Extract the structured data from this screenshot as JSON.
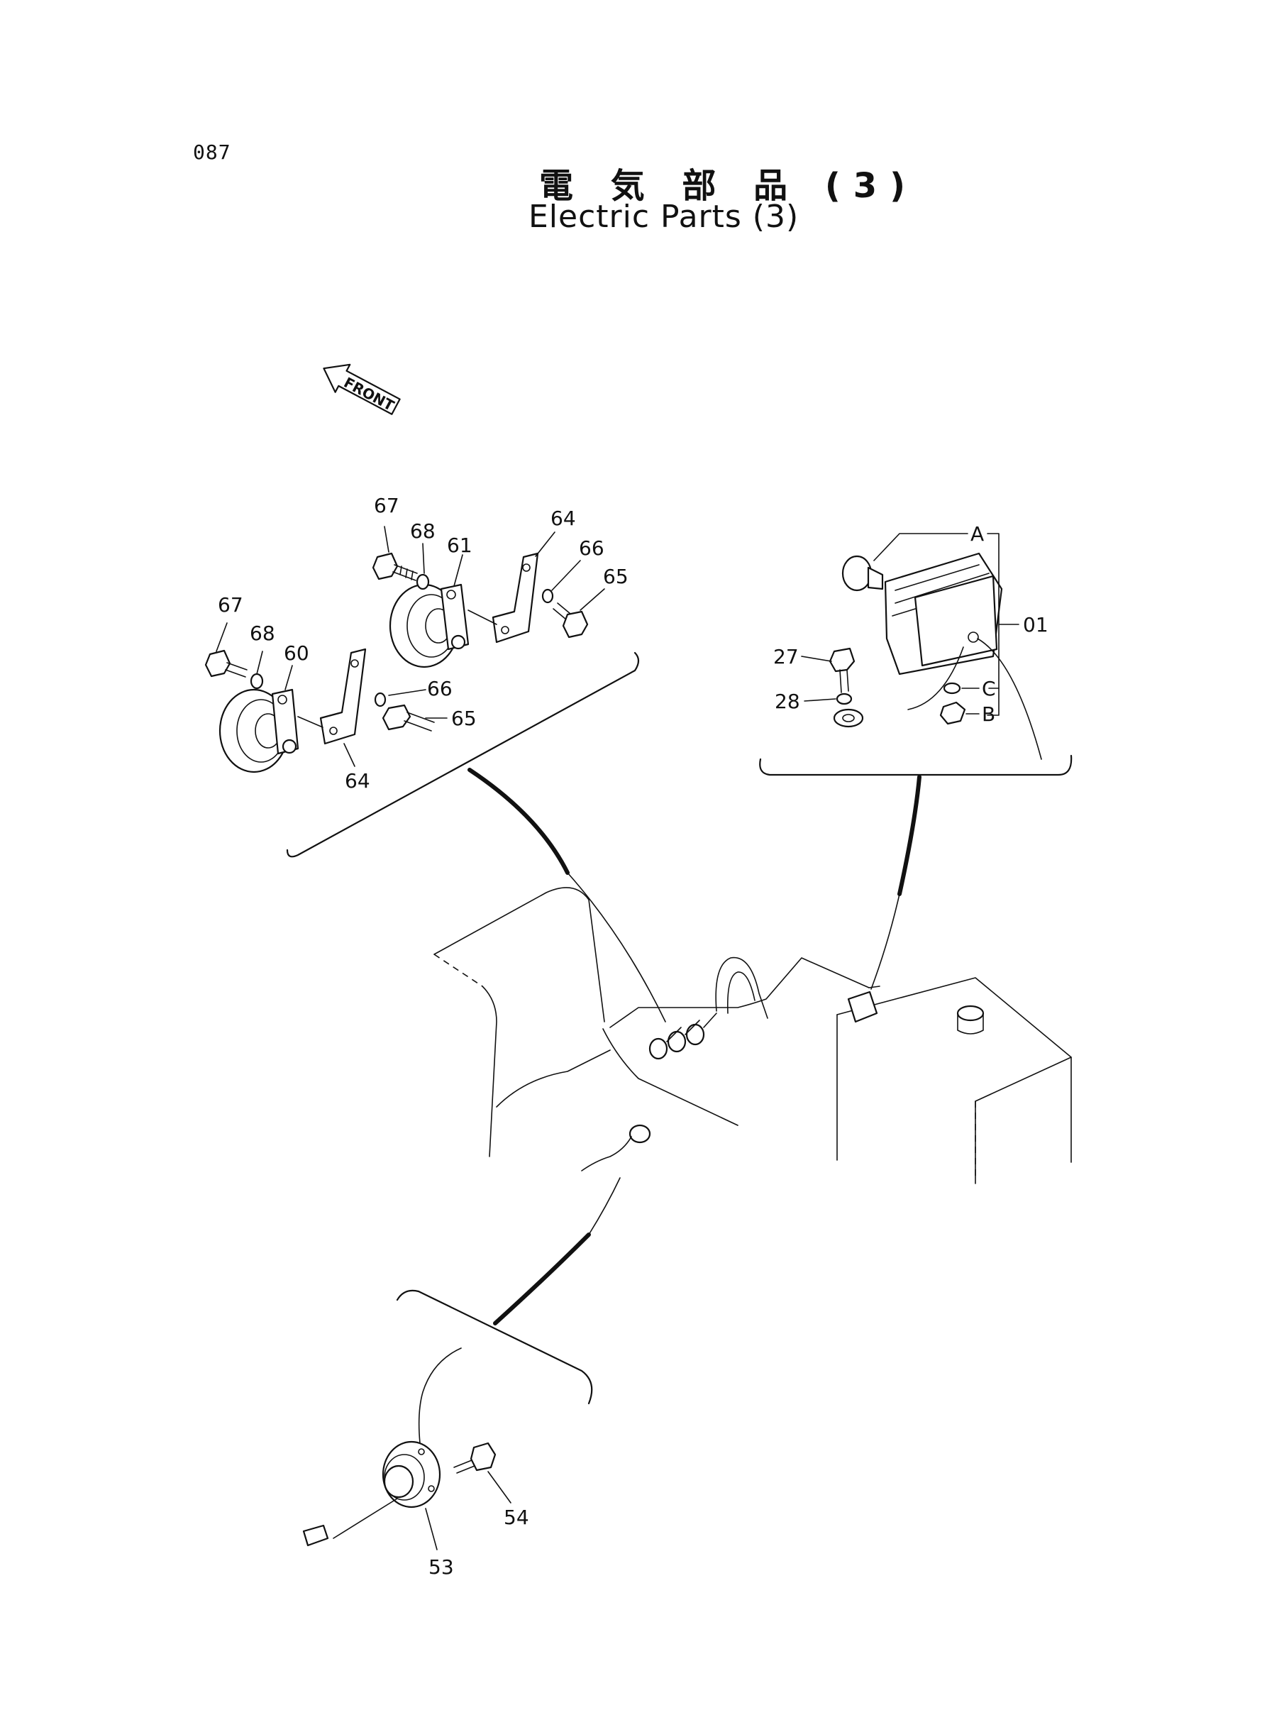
{
  "page_number": "087",
  "title_jp": "電 気 部 品 (3)",
  "title_en": "Electric Parts (3)",
  "front_label": "FRONT",
  "callouts": {
    "c67a": "67",
    "c68a": "68",
    "c61": "61",
    "c64a": "64",
    "c66a": "66",
    "c65a": "65",
    "c67b": "67",
    "c68b": "68",
    "c60": "60",
    "c66b": "66",
    "c65b": "65",
    "c64b": "64",
    "cA": "A",
    "c01": "01",
    "c27": "27",
    "cC": "C",
    "c28": "28",
    "cB": "B",
    "c54": "54",
    "c53": "53"
  }
}
